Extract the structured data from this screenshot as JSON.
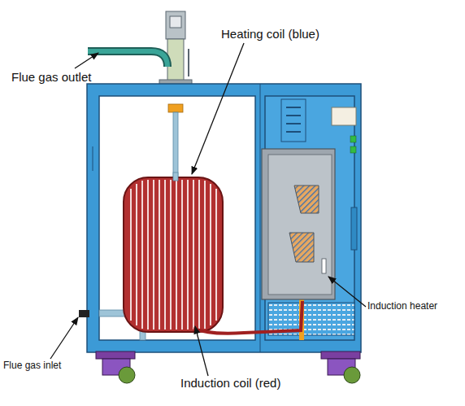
{
  "diagram": {
    "labels": [
      "Heating coil (blue)",
      "Flue gas outlet",
      "Induction heater",
      "Flue gas inlet",
      "Induction coil (red)"
    ]
  }
}
